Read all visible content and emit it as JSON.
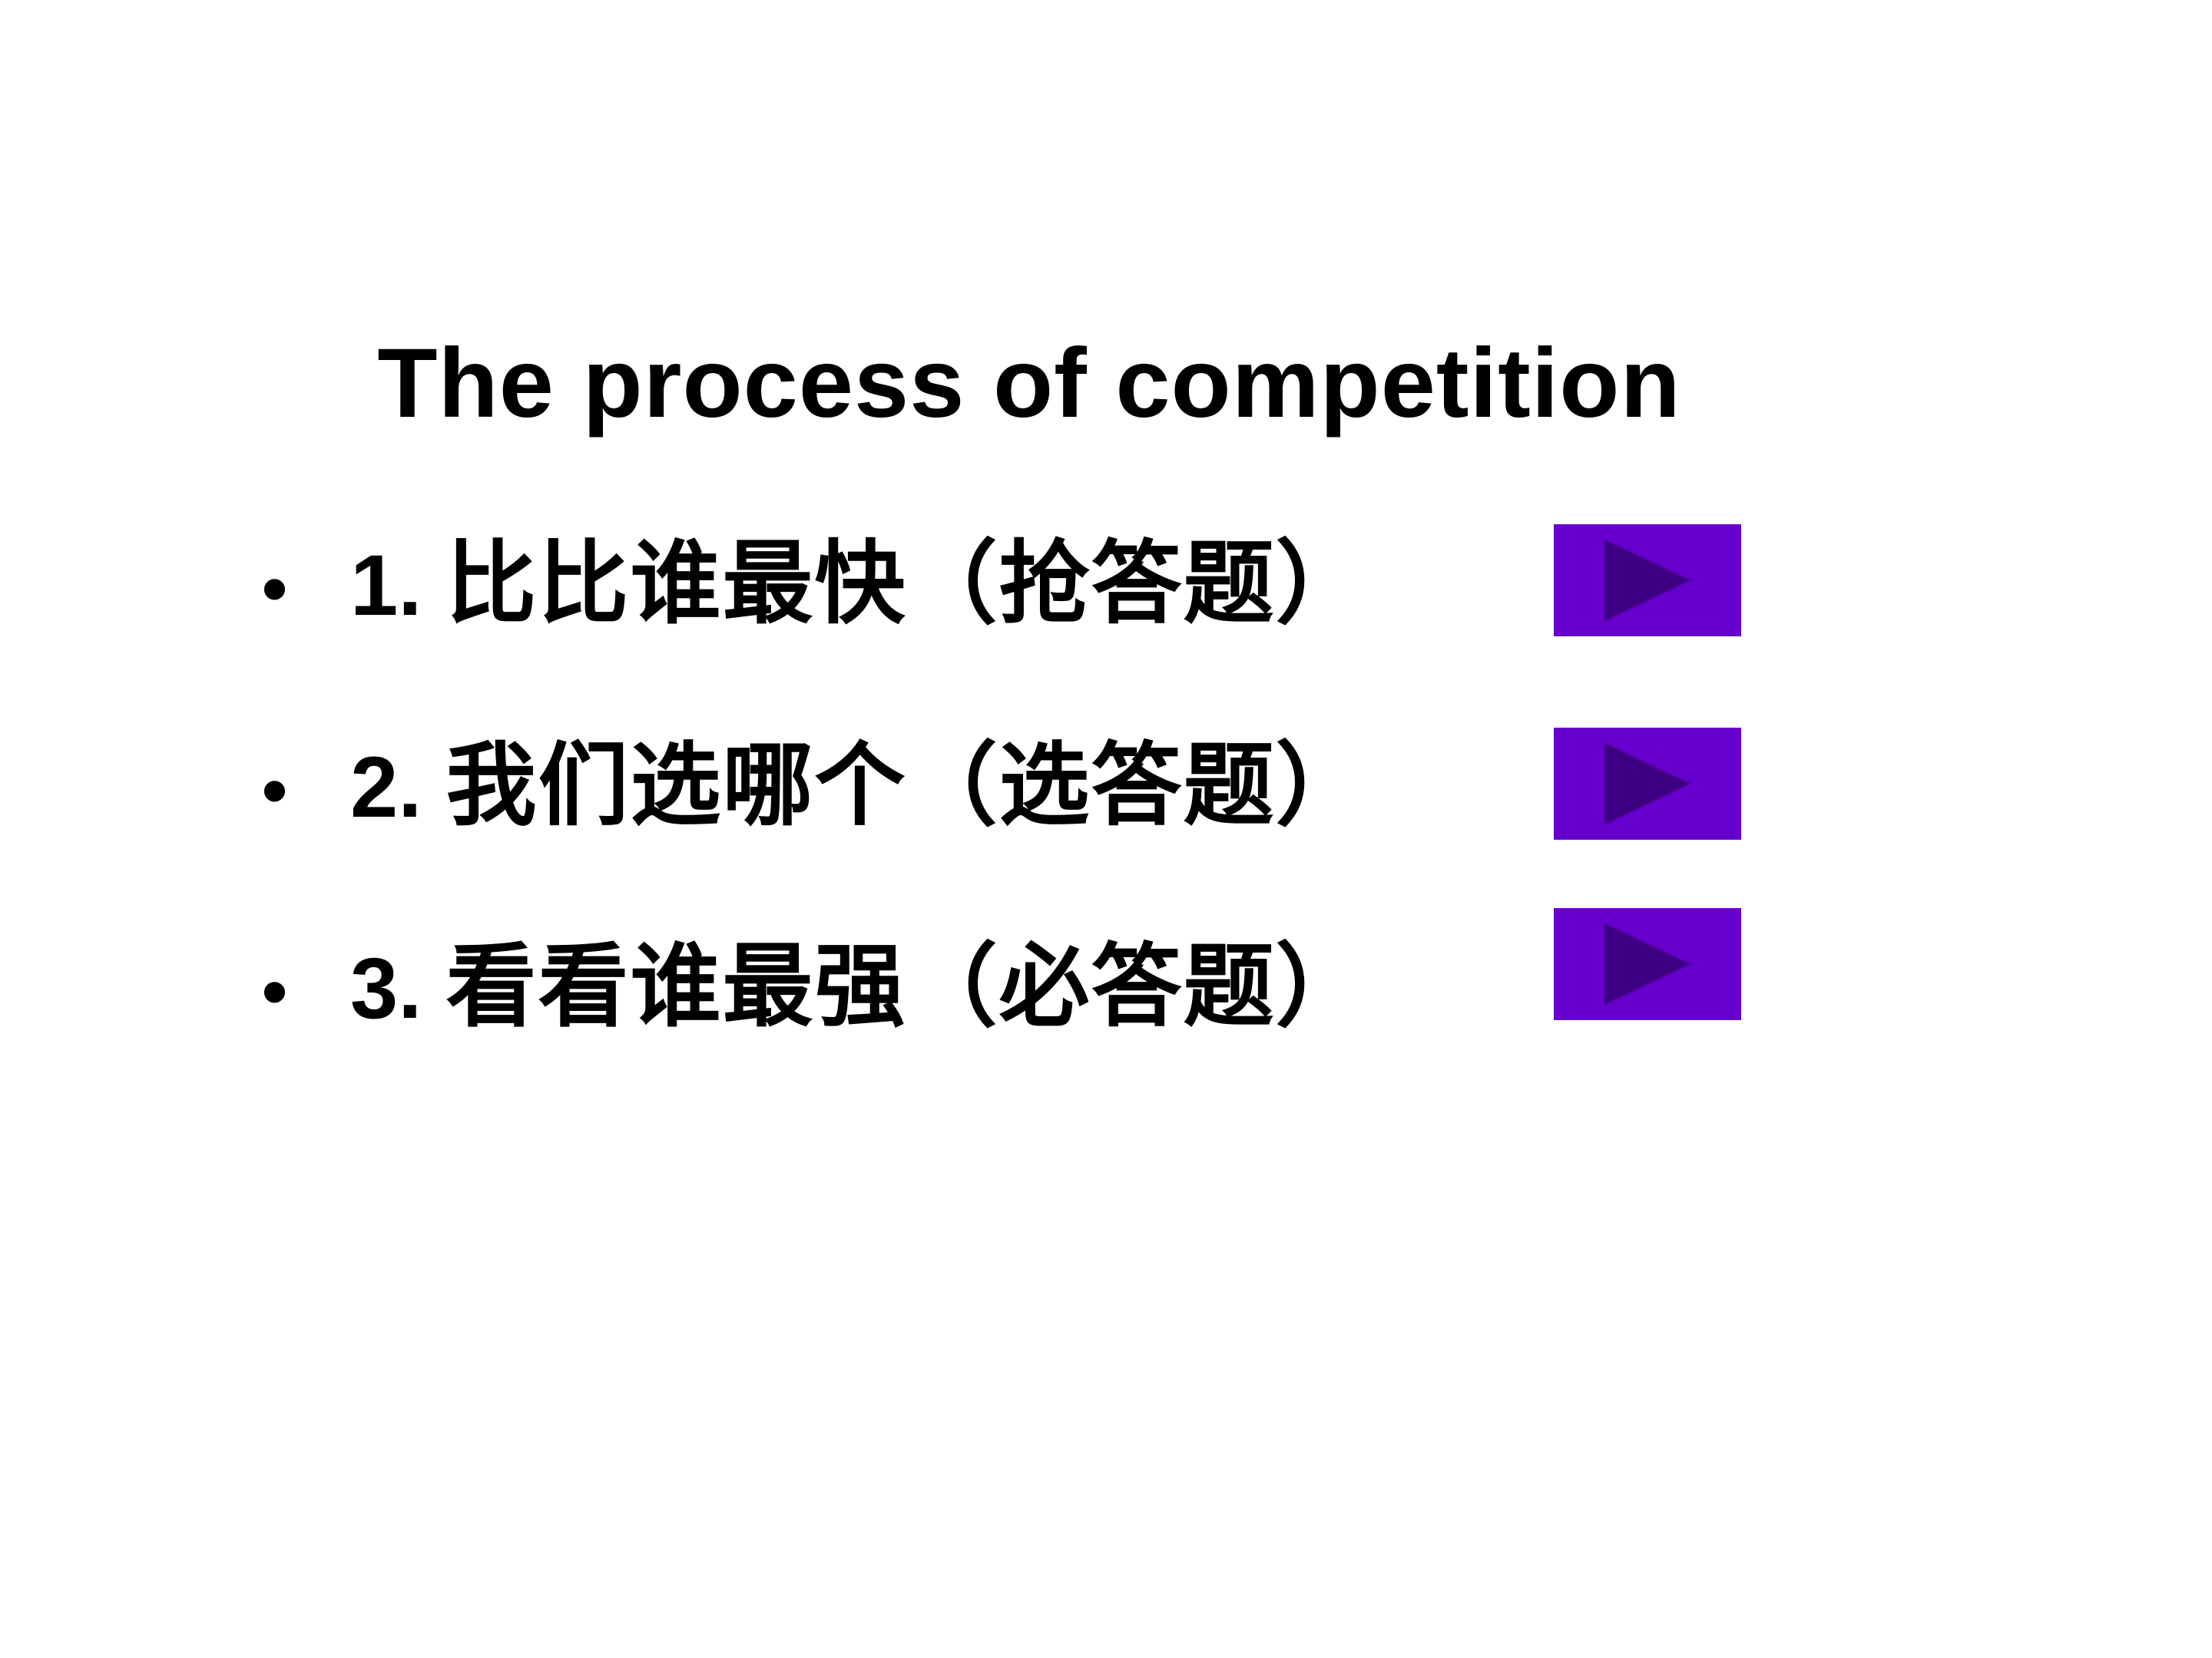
{
  "slide": {
    "title": "The process of competition",
    "items": [
      {
        "bullet": "•",
        "number": "1.",
        "text": "比比谁最快（抢答题）"
      },
      {
        "bullet": "•",
        "number": "2.",
        "text": "我们选哪个（选答题）"
      },
      {
        "bullet": "•",
        "number": "3.",
        "text": "看看谁最强（必答题）"
      }
    ],
    "buttons": [
      {
        "icon": "play-triangle-icon"
      },
      {
        "icon": "play-triangle-icon"
      },
      {
        "icon": "play-triangle-icon"
      }
    ]
  },
  "colors": {
    "background": "#ffffff",
    "text": "#000000",
    "button_fill": "#6600cc",
    "triangle_fill": "#3d0080"
  }
}
